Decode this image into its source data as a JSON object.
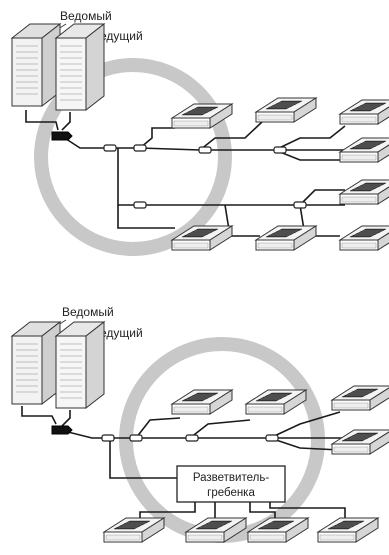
{
  "diagram_top": {
    "label_slave": "Ведомый",
    "label_master": "Ведущий"
  },
  "diagram_bottom": {
    "label_slave": "Ведомый",
    "label_master": "Ведущий",
    "header_line1": "Разветвитель-",
    "header_line2": "гребенка"
  },
  "colors": {
    "ring": "#c8c8c8",
    "pipe": "#1a1a1a",
    "unit_body": "#f2f2f2",
    "unit_shade": "#cfcfcf"
  },
  "icons": {
    "outdoor_unit": "outdoor-unit-icon",
    "indoor_unit": "cassette-indoor-unit-icon",
    "joint": "refnet-joint-icon"
  }
}
